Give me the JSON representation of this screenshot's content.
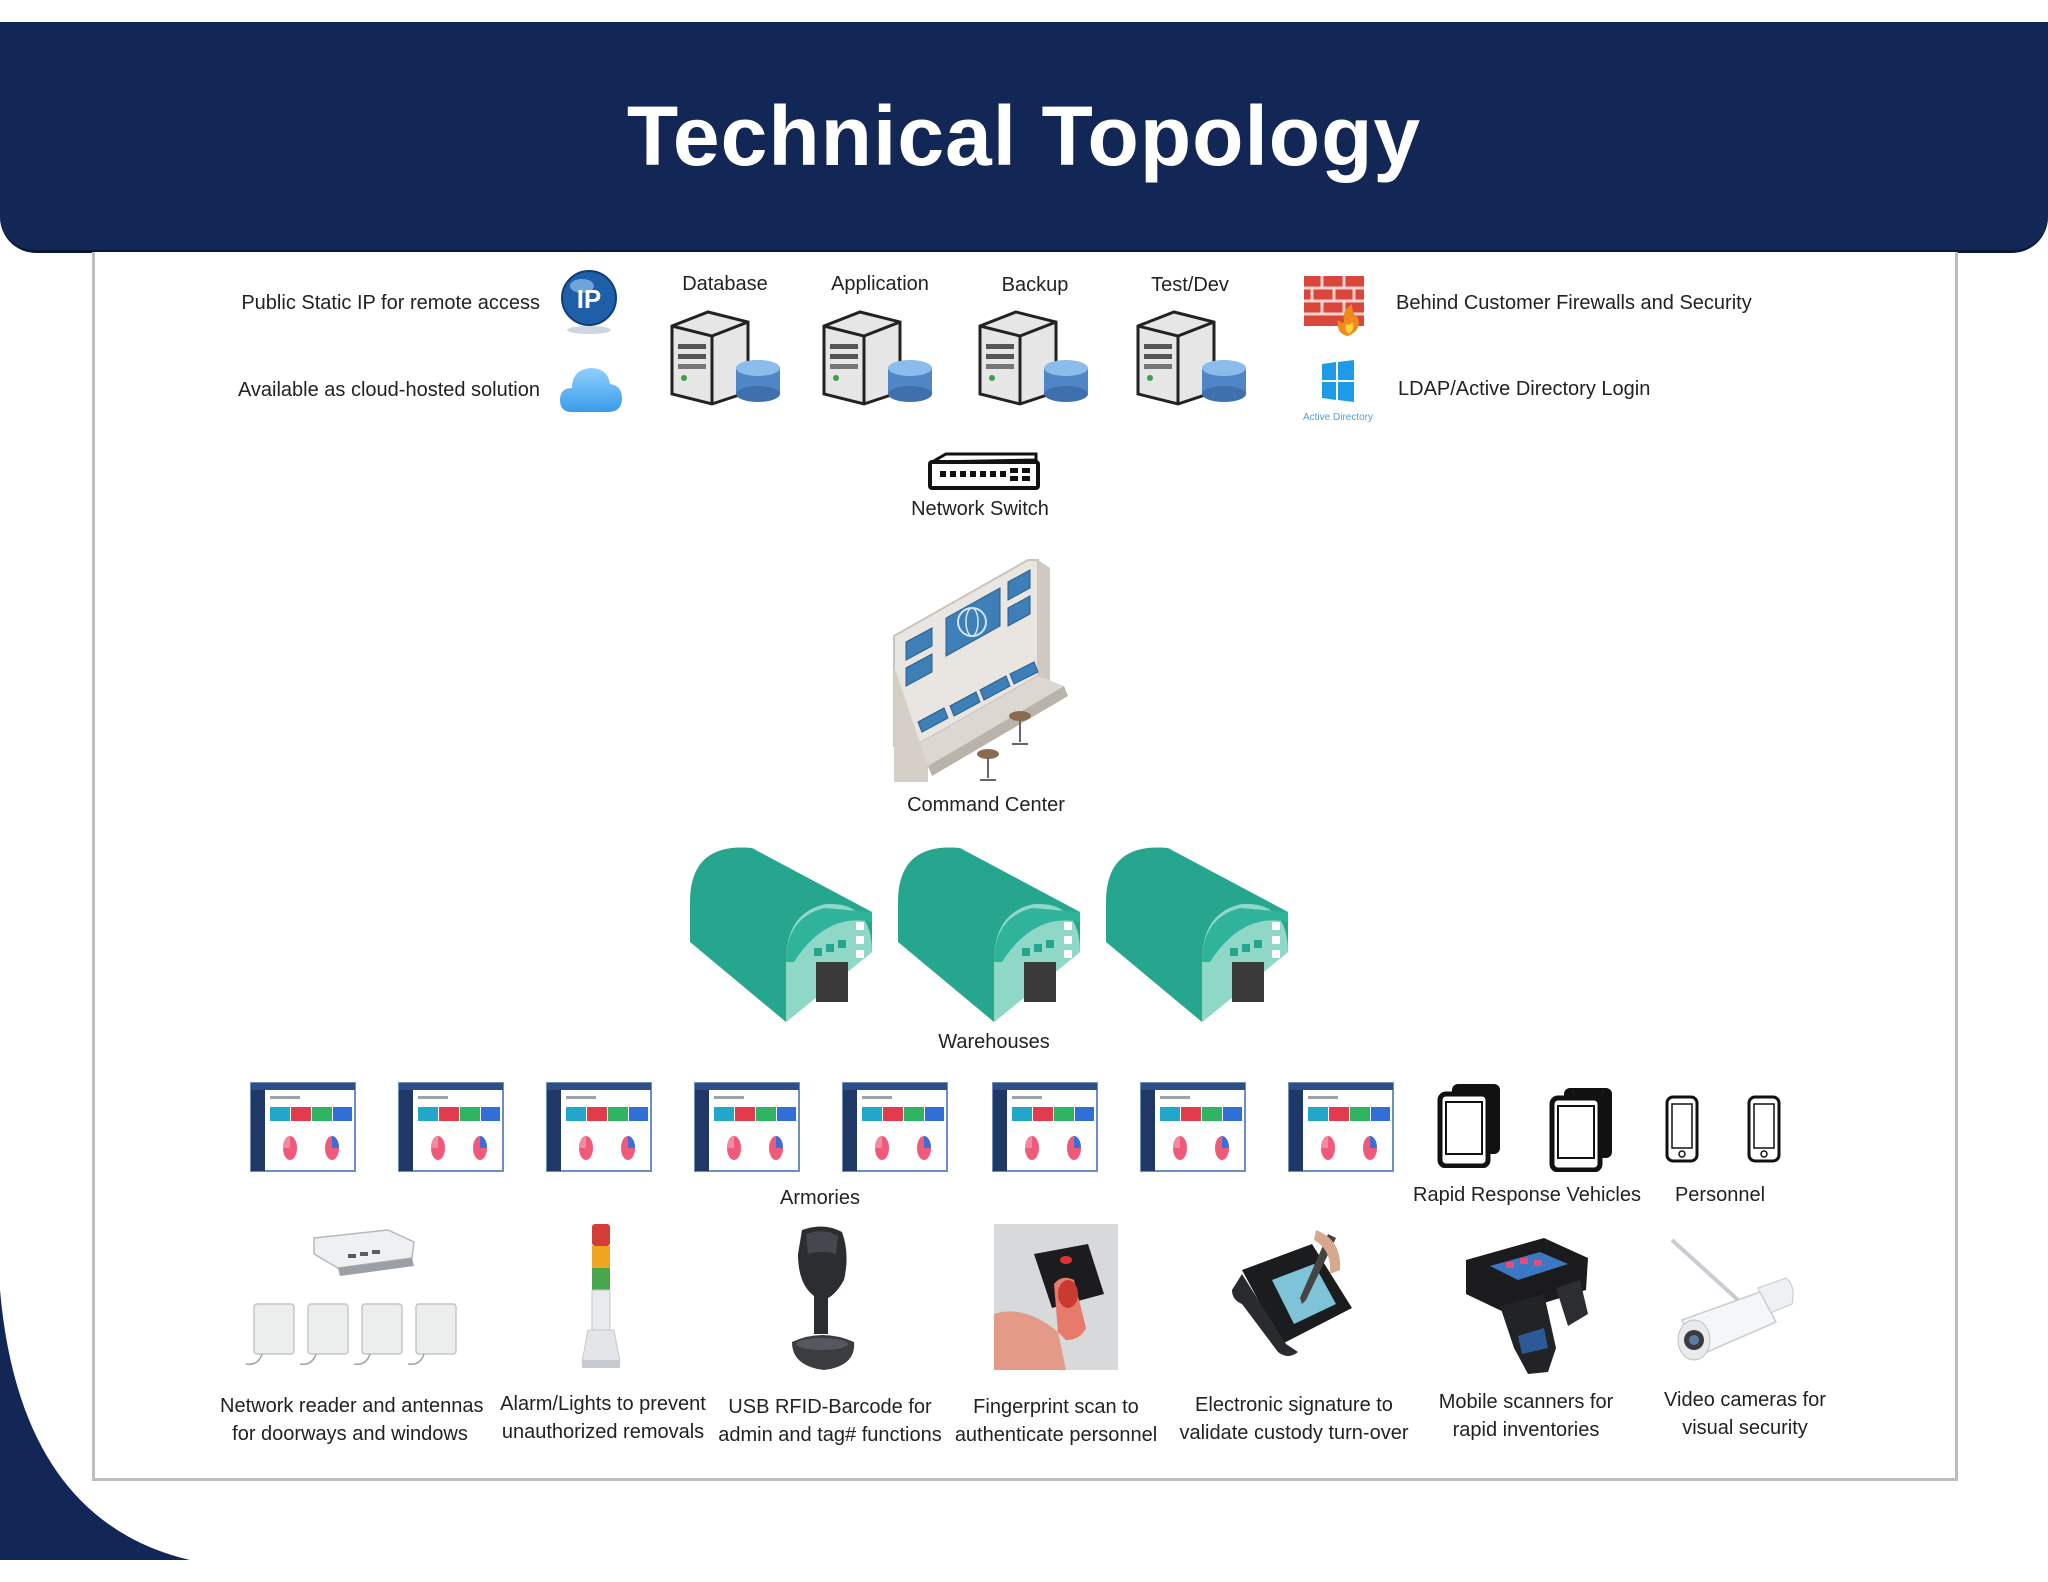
{
  "slide": {
    "title": "Technical Topology"
  },
  "top_left": {
    "ip_label": "Public Static IP for remote access",
    "cloud_label": "Available as cloud-hosted solution"
  },
  "servers": [
    {
      "label": "Database"
    },
    {
      "label": "Application"
    },
    {
      "label": "Backup"
    },
    {
      "label": "Test/Dev"
    }
  ],
  "top_right": {
    "firewall_label": "Behind Customer Firewalls and Security",
    "ldap_label": "LDAP/Active Directory Login",
    "ad_caption": "Active Directory"
  },
  "network_switch": {
    "label": "Network Switch"
  },
  "command_center": {
    "label": "Command Center"
  },
  "warehouses": {
    "label": "Warehouses",
    "count": 3
  },
  "armories": {
    "label": "Armories",
    "count": 8
  },
  "vehicles": {
    "label": "Rapid Response Vehicles"
  },
  "personnel": {
    "label": "Personnel"
  },
  "devices": [
    {
      "line1": "Network reader and antennas",
      "line2": "for doorways and windows"
    },
    {
      "line1": "Alarm/Lights to prevent",
      "line2": "unauthorized removals"
    },
    {
      "line1": "USB RFID-Barcode for",
      "line2": "admin and tag# functions"
    },
    {
      "line1": "Fingerprint scan to",
      "line2": "authenticate personnel"
    },
    {
      "line1": "Electronic signature to",
      "line2": "validate custody turn-over"
    },
    {
      "line1": "Mobile scanners for",
      "line2": "rapid inventories"
    },
    {
      "line1": "Video cameras for",
      "line2": "visual security"
    }
  ],
  "colors": {
    "header": "#132756",
    "warehouse": "#26a68f",
    "warehouse_light": "#8fd8c8",
    "db_blue": "#4f86c6",
    "firewall_red": "#d9463b"
  }
}
